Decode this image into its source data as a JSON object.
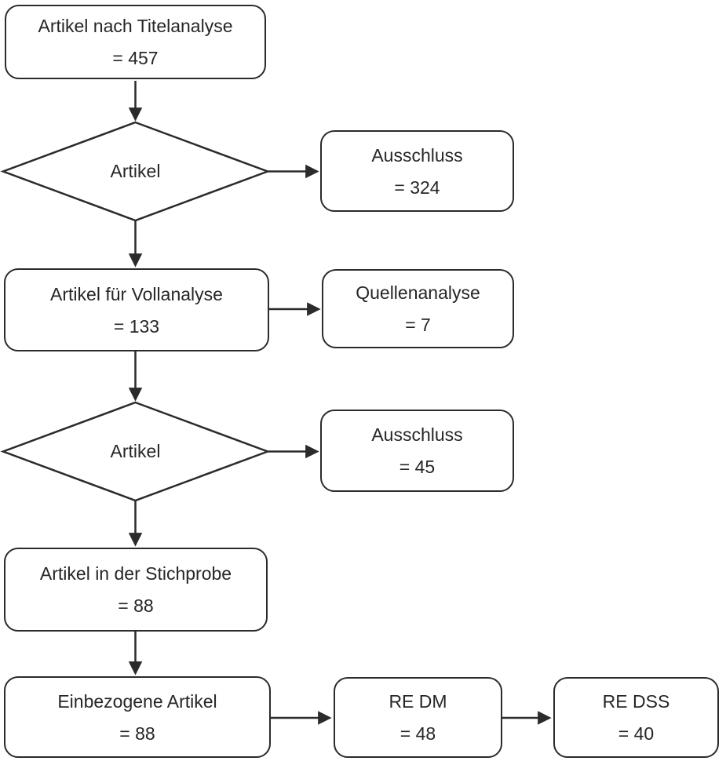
{
  "diagram": {
    "type": "flowchart",
    "language": "de",
    "colors": {
      "stroke": "#2b2b2b",
      "fill": "#ffffff",
      "text": "#262626"
    },
    "nodes": {
      "titelanalyse": {
        "shape": "rounded-rect",
        "label": "Artikel nach Titelanalyse",
        "value": "= 457"
      },
      "decision1": {
        "shape": "diamond",
        "label": "Artikel"
      },
      "ausschluss1": {
        "shape": "rounded-rect",
        "label": "Ausschluss",
        "value": "= 324"
      },
      "vollanalyse": {
        "shape": "rounded-rect",
        "label": "Artikel für Vollanalyse",
        "value": "= 133"
      },
      "quellenanalyse": {
        "shape": "rounded-rect",
        "label": "Quellenanalyse",
        "value": "= 7"
      },
      "decision2": {
        "shape": "diamond",
        "label": "Artikel"
      },
      "ausschluss2": {
        "shape": "rounded-rect",
        "label": "Ausschluss",
        "value": "= 45"
      },
      "stichprobe": {
        "shape": "rounded-rect",
        "label": "Artikel in der Stichprobe",
        "value": "= 88"
      },
      "einbezogene": {
        "shape": "rounded-rect",
        "label": "Einbezogene Artikel",
        "value": "= 88"
      },
      "re_dm": {
        "shape": "rounded-rect",
        "label": "RE DM",
        "value": "= 48"
      },
      "re_dss": {
        "shape": "rounded-rect",
        "label": "RE DSS",
        "value": "= 40"
      }
    },
    "edges": [
      {
        "from": "titelanalyse",
        "to": "decision1"
      },
      {
        "from": "decision1",
        "to": "ausschluss1"
      },
      {
        "from": "decision1",
        "to": "vollanalyse"
      },
      {
        "from": "vollanalyse",
        "to": "quellenanalyse"
      },
      {
        "from": "vollanalyse",
        "to": "decision2"
      },
      {
        "from": "decision2",
        "to": "ausschluss2"
      },
      {
        "from": "decision2",
        "to": "stichprobe"
      },
      {
        "from": "stichprobe",
        "to": "einbezogene"
      },
      {
        "from": "einbezogene",
        "to": "re_dm"
      },
      {
        "from": "re_dm",
        "to": "re_dss"
      }
    ]
  }
}
